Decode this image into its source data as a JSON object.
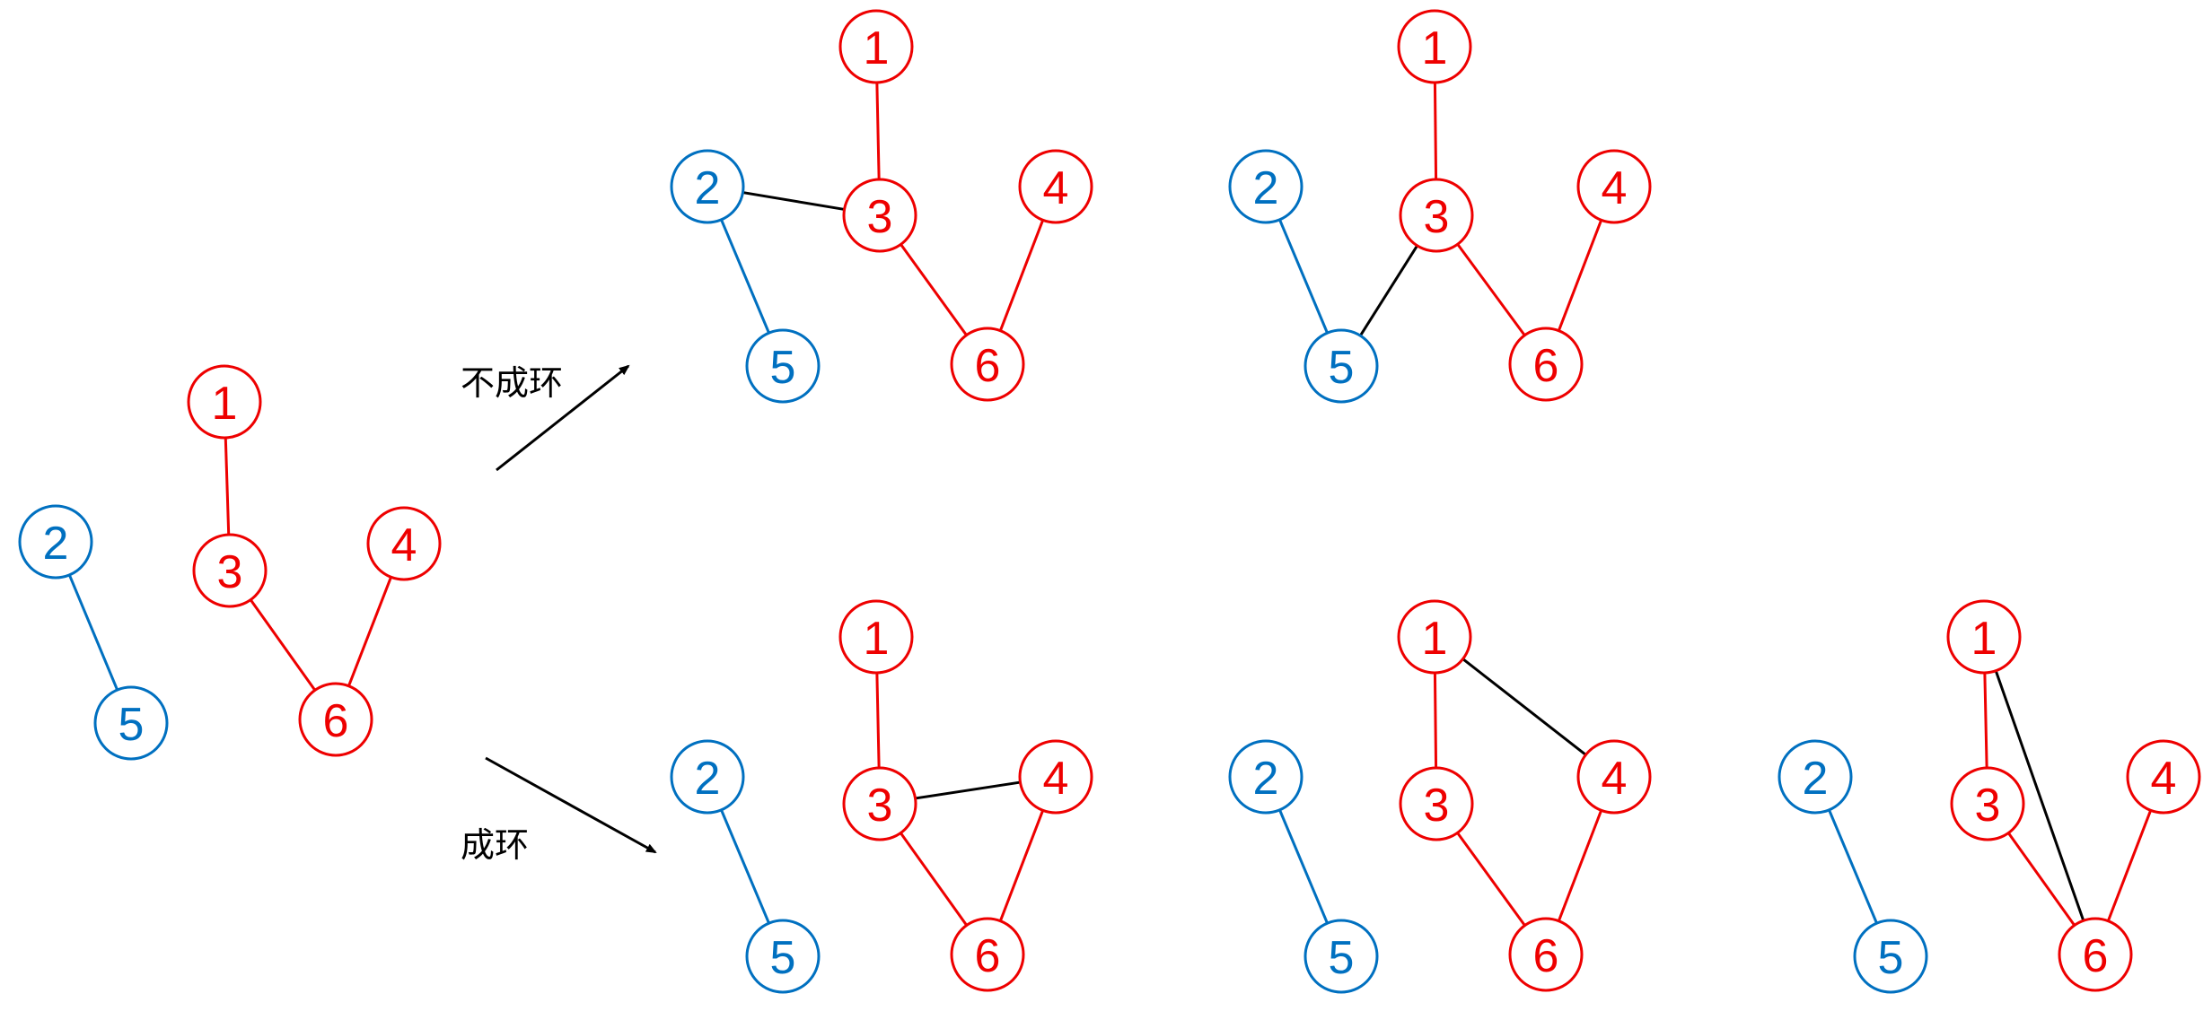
{
  "colors": {
    "blue": "#0070C0",
    "red": "#EE0000",
    "black": "#000000"
  },
  "captions": {
    "no_cycle": "不成环",
    "cycle": "成环"
  },
  "graphs": [
    {
      "id": "original",
      "nodes": [
        {
          "id": "1",
          "color": "red"
        },
        {
          "id": "2",
          "color": "blue"
        },
        {
          "id": "3",
          "color": "red"
        },
        {
          "id": "4",
          "color": "red"
        },
        {
          "id": "5",
          "color": "blue"
        },
        {
          "id": "6",
          "color": "red"
        }
      ],
      "edges": [
        {
          "from": "1",
          "to": "3",
          "color": "red"
        },
        {
          "from": "3",
          "to": "6",
          "color": "red"
        },
        {
          "from": "4",
          "to": "6",
          "color": "red"
        },
        {
          "from": "2",
          "to": "5",
          "color": "blue"
        }
      ]
    },
    {
      "id": "no-cycle-a",
      "nodes": [
        {
          "id": "1",
          "color": "red"
        },
        {
          "id": "2",
          "color": "blue"
        },
        {
          "id": "3",
          "color": "red"
        },
        {
          "id": "4",
          "color": "red"
        },
        {
          "id": "5",
          "color": "blue"
        },
        {
          "id": "6",
          "color": "red"
        }
      ],
      "edges": [
        {
          "from": "1",
          "to": "3",
          "color": "red"
        },
        {
          "from": "3",
          "to": "6",
          "color": "red"
        },
        {
          "from": "4",
          "to": "6",
          "color": "red"
        },
        {
          "from": "2",
          "to": "5",
          "color": "blue"
        },
        {
          "from": "2",
          "to": "3",
          "color": "black"
        }
      ]
    },
    {
      "id": "no-cycle-b",
      "nodes": [
        {
          "id": "1",
          "color": "red"
        },
        {
          "id": "2",
          "color": "blue"
        },
        {
          "id": "3",
          "color": "red"
        },
        {
          "id": "4",
          "color": "red"
        },
        {
          "id": "5",
          "color": "blue"
        },
        {
          "id": "6",
          "color": "red"
        }
      ],
      "edges": [
        {
          "from": "1",
          "to": "3",
          "color": "red"
        },
        {
          "from": "3",
          "to": "6",
          "color": "red"
        },
        {
          "from": "4",
          "to": "6",
          "color": "red"
        },
        {
          "from": "2",
          "to": "5",
          "color": "blue"
        },
        {
          "from": "5",
          "to": "3",
          "color": "black"
        }
      ]
    },
    {
      "id": "cycle-a",
      "nodes": [
        {
          "id": "1",
          "color": "red"
        },
        {
          "id": "2",
          "color": "blue"
        },
        {
          "id": "3",
          "color": "red"
        },
        {
          "id": "4",
          "color": "red"
        },
        {
          "id": "5",
          "color": "blue"
        },
        {
          "id": "6",
          "color": "red"
        }
      ],
      "edges": [
        {
          "from": "1",
          "to": "3",
          "color": "red"
        },
        {
          "from": "3",
          "to": "6",
          "color": "red"
        },
        {
          "from": "4",
          "to": "6",
          "color": "red"
        },
        {
          "from": "2",
          "to": "5",
          "color": "blue"
        },
        {
          "from": "3",
          "to": "4",
          "color": "black"
        }
      ]
    },
    {
      "id": "cycle-b",
      "nodes": [
        {
          "id": "1",
          "color": "red"
        },
        {
          "id": "2",
          "color": "blue"
        },
        {
          "id": "3",
          "color": "red"
        },
        {
          "id": "4",
          "color": "red"
        },
        {
          "id": "5",
          "color": "blue"
        },
        {
          "id": "6",
          "color": "red"
        }
      ],
      "edges": [
        {
          "from": "1",
          "to": "3",
          "color": "red"
        },
        {
          "from": "3",
          "to": "6",
          "color": "red"
        },
        {
          "from": "4",
          "to": "6",
          "color": "red"
        },
        {
          "from": "2",
          "to": "5",
          "color": "blue"
        },
        {
          "from": "1",
          "to": "4",
          "color": "black"
        }
      ]
    },
    {
      "id": "cycle-c",
      "nodes": [
        {
          "id": "1",
          "color": "red"
        },
        {
          "id": "2",
          "color": "blue"
        },
        {
          "id": "3",
          "color": "red"
        },
        {
          "id": "4",
          "color": "red"
        },
        {
          "id": "5",
          "color": "blue"
        },
        {
          "id": "6",
          "color": "red"
        }
      ],
      "edges": [
        {
          "from": "1",
          "to": "3",
          "color": "red"
        },
        {
          "from": "3",
          "to": "6",
          "color": "red"
        },
        {
          "from": "4",
          "to": "6",
          "color": "red"
        },
        {
          "from": "2",
          "to": "5",
          "color": "blue"
        },
        {
          "from": "1",
          "to": "6",
          "color": "black"
        }
      ]
    }
  ]
}
